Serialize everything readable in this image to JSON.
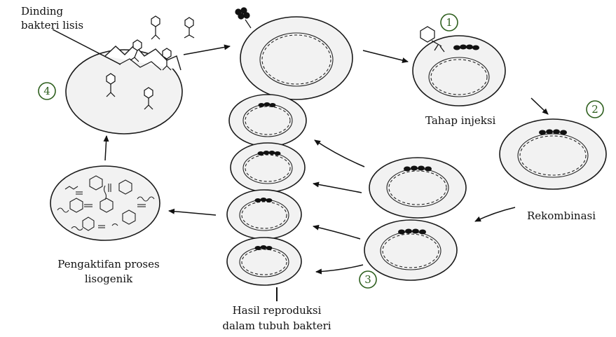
{
  "labels": {
    "wall_lysis_line1": "Dinding",
    "wall_lysis_line2": "bakteri lisis",
    "injection": "Tahap injeksi",
    "recombination": "Rekombinasi",
    "lysogenic_line1": "Pengaktifan proses",
    "lysogenic_line2": "lisogenik",
    "reproduction_line1": "Hasil reproduksi",
    "reproduction_line2": "dalam tubuh bakteri"
  },
  "steps": [
    "1",
    "2",
    "3",
    "4"
  ]
}
